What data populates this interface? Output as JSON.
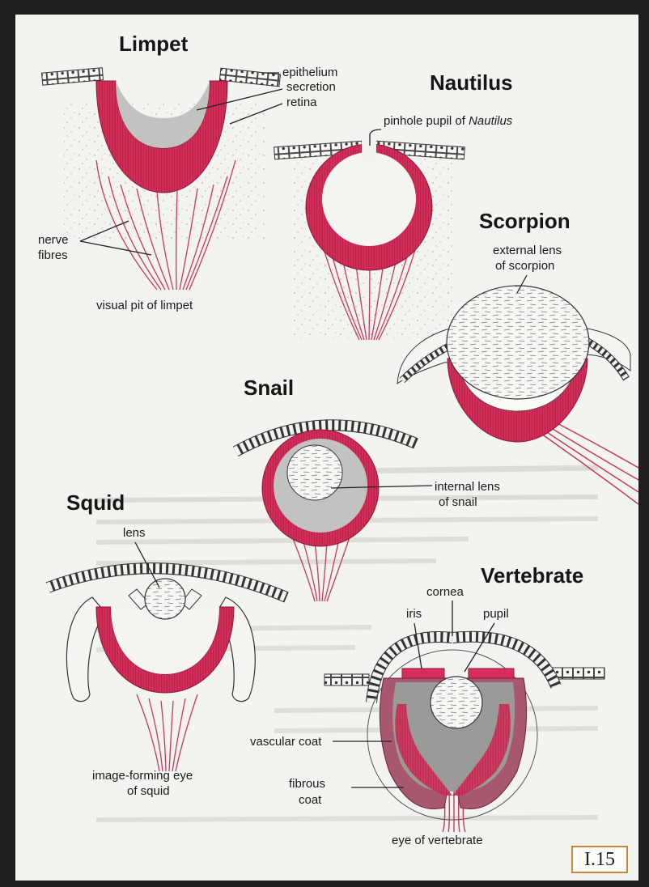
{
  "colors": {
    "tissue": "#d62e5a",
    "fibre": "#c43a5c",
    "grey": "#c2c2c0",
    "dark_grey": "#9a9a98",
    "vascular": "#a8586e",
    "badge_border": "#c88a3a"
  },
  "titles": {
    "limpet": "Limpet",
    "nautilus": "Nautilus",
    "scorpion": "Scorpion",
    "snail": "Snail",
    "squid": "Squid",
    "vertebrate": "Vertebrate"
  },
  "labels": {
    "epithelium": "epithelium",
    "secretion": "secretion",
    "retina": "retina",
    "pinhole_pre": "pinhole pupil of ",
    "pinhole_italic": "Nautilus",
    "nerve": "nerve",
    "fibres": "fibres",
    "limpet_caption": "visual pit of limpet",
    "external_lens_1": "external lens",
    "external_lens_2": "of scorpion",
    "internal_lens_1": "internal lens",
    "internal_lens_2": "of snail",
    "lens": "lens",
    "cornea": "cornea",
    "iris": "iris",
    "pupil": "pupil",
    "vascular_coat": "vascular coat",
    "fibrous_1": "fibrous",
    "fibrous_2": "coat",
    "squid_caption_1": "image-forming eye",
    "squid_caption_2": "of squid",
    "vertebrate_caption": "eye of vertebrate"
  },
  "figure_number": "I.15"
}
